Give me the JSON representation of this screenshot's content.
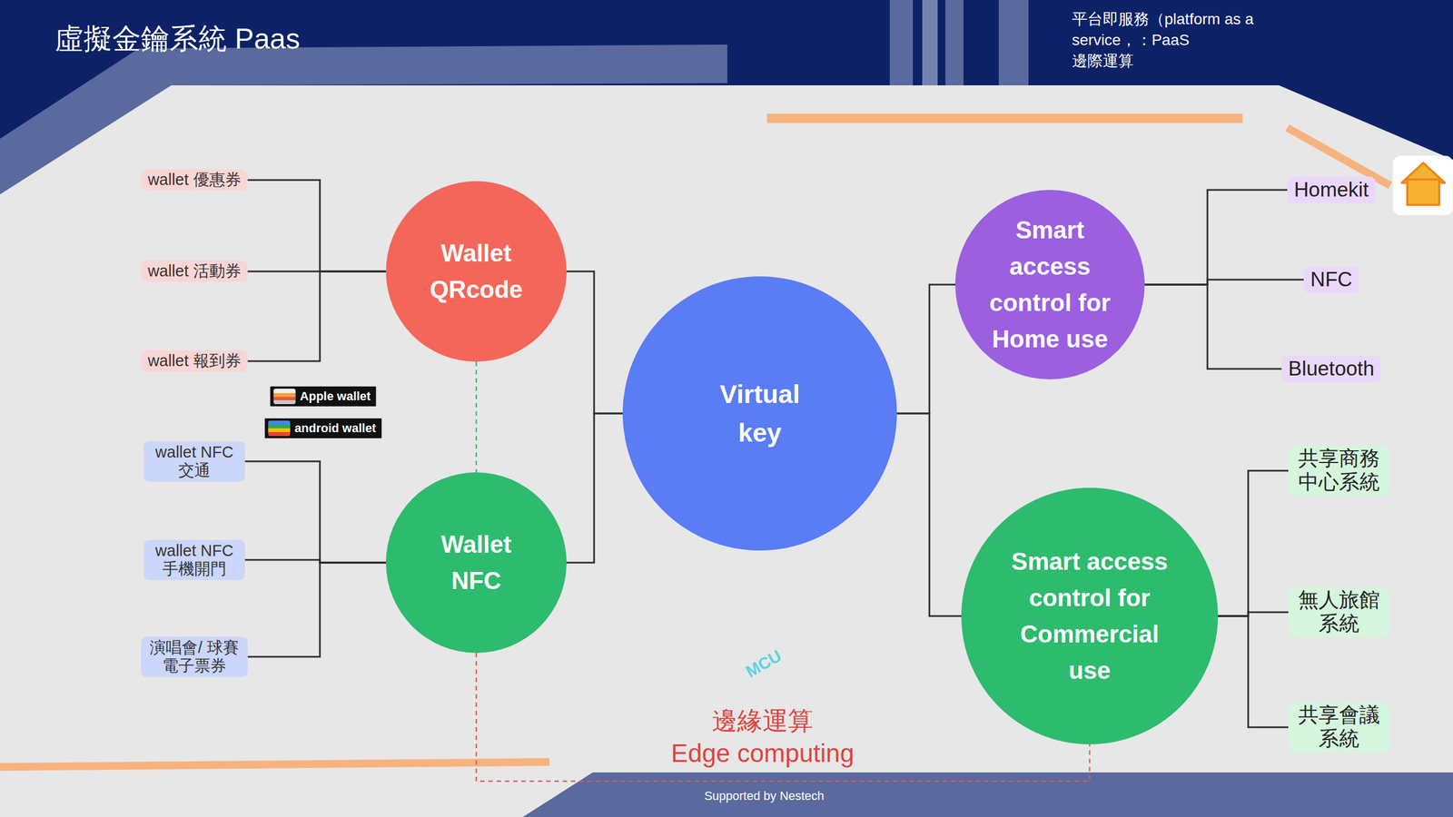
{
  "diagram": {
    "title": "虛擬金鑰系統 Paas",
    "nodes": [
      {
        "text": [
          "wallet 優惠券"
        ]
      },
      {
        "text": [
          "wallet 活動券"
        ]
      },
      {
        "text": [
          "wallet 報到券"
        ]
      },
      {
        "text": [
          "Wallet QRcode"
        ]
      },
      {
        "text": [
          "Apple wallet"
        ]
      },
      {
        "text": [
          "android wallet"
        ]
      },
      {
        "text": [
          "wallet NFC 交通"
        ]
      },
      {
        "text": [
          "wallet NFC 手機開門"
        ]
      },
      {
        "text": [
          "演唱會/ 球賽 電子票券"
        ]
      },
      {
        "text": [
          "Wallet NFC"
        ]
      },
      {
        "text": [
          "Virtual key"
        ]
      },
      {
        "text": [
          "Smart access control for Home use"
        ]
      },
      {
        "text": [
          "Homekit"
        ]
      },
      {
        "text": [
          "NFC"
        ]
      },
      {
        "text": [
          "Bluetooth"
        ]
      },
      {
        "text": [
          "Smart access control for Commercial use"
        ]
      },
      {
        "text": [
          "共享商務 中心系統"
        ]
      },
      {
        "text": [
          "無人旅館 系統"
        ]
      },
      {
        "text": [
          "共享會議 系統"
        ]
      }
    ],
    "edges": [
      {
        "from": 0,
        "to": 3,
        "arrow": "none"
      },
      {
        "from": 1,
        "to": 3,
        "arrow": "none"
      },
      {
        "from": 2,
        "to": 3,
        "arrow": "none"
      },
      {
        "from": 6,
        "to": 9,
        "arrow": "none"
      },
      {
        "from": 7,
        "to": 9,
        "arrow": "none"
      },
      {
        "from": 8,
        "to": 9,
        "arrow": "none"
      },
      {
        "from": 3,
        "to": 10,
        "arrow": "none"
      },
      {
        "from": 9,
        "to": 10,
        "arrow": "none"
      },
      {
        "from": 10,
        "to": 11,
        "arrow": "none"
      },
      {
        "from": 10,
        "to": 15,
        "arrow": "none"
      },
      {
        "from": 11,
        "to": 12,
        "arrow": "none"
      },
      {
        "from": 11,
        "to": 13,
        "arrow": "none"
      },
      {
        "from": 11,
        "to": 14,
        "arrow": "none"
      },
      {
        "from": 15,
        "to": 16,
        "arrow": "none"
      },
      {
        "from": 15,
        "to": 17,
        "arrow": "none"
      },
      {
        "from": 15,
        "to": 18,
        "arrow": "none"
      },
      {
        "from": 3,
        "to": 9,
        "arrow": "none"
      },
      {
        "from": 9,
        "to": 15,
        "arrow": "none"
      }
    ],
    "labels": [
      "平台即服務（platform as a service，：PaaS",
      "邊際運算",
      "MCU",
      "邊緣運算",
      "Edge computing",
      "Supported by Nestech"
    ]
  }
}
